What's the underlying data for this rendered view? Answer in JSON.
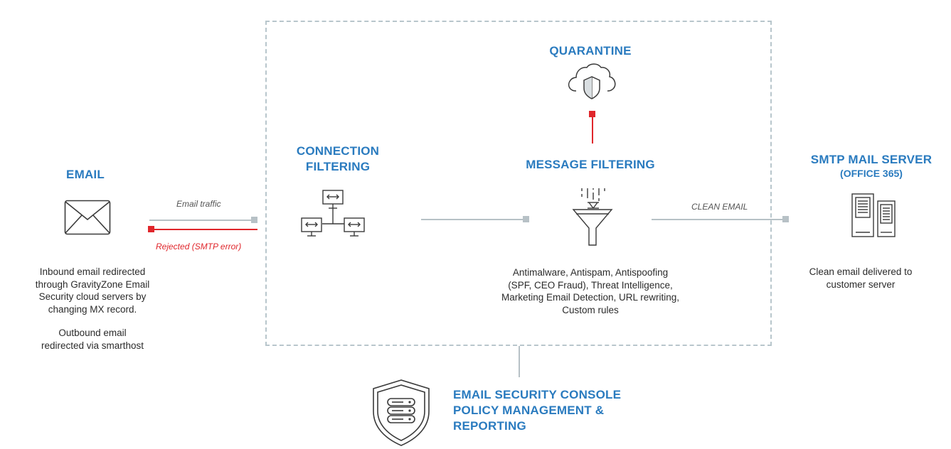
{
  "email": {
    "title": "EMAIL",
    "desc_line1": "Inbound email redirected",
    "desc_line2": "through GravityZone Email",
    "desc_line3": "Security cloud servers by",
    "desc_line4": "changing MX record.",
    "desc_line5": "Outbound email",
    "desc_line6": "redirected via smarthost",
    "icon": "envelope-icon"
  },
  "flows": {
    "email_traffic": "Email traffic",
    "rejected": "Rejected (SMTP error)",
    "clean_email": "CLEAN EMAIL"
  },
  "connection_filtering": {
    "title_line1": "CONNECTION",
    "title_line2": "FILTERING",
    "icon": "network-icon"
  },
  "quarantine": {
    "title": "QUARANTINE",
    "icon": "cloud-shield-icon"
  },
  "message_filtering": {
    "title": "MESSAGE FILTERING",
    "icon": "funnel-icon",
    "desc_line1": "Antimalware, Antispam, Antispoofing",
    "desc_line2": "(SPF, CEO Fraud), Threat Intelligence,",
    "desc_line3": "Marketing Email Detection, URL rewriting,",
    "desc_line4": "Custom rules"
  },
  "smtp": {
    "title": "SMTP MAIL SERVER",
    "subtitle": "(OFFICE 365)",
    "icon": "server-icon",
    "desc_line1": "Clean email delivered to",
    "desc_line2": "customer server"
  },
  "console": {
    "title_line1": "EMAIL SECURITY CONSOLE",
    "title_line2": "POLICY MANAGEMENT &",
    "title_line3": "REPORTING",
    "icon": "shield-database-icon"
  },
  "colors": {
    "accent_blue": "#2a7bbf",
    "flow_gray": "#b7c1c6",
    "reject_red": "#e0262b"
  }
}
